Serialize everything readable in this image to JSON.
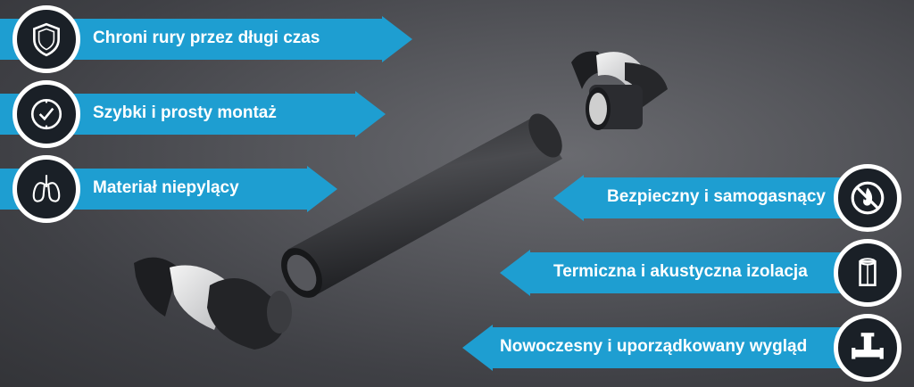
{
  "features_left": [
    {
      "label": "Chroni rury przez długi czas",
      "icon": "shield-icon"
    },
    {
      "label": "Szybki i prosty montaż",
      "icon": "clock-icon"
    },
    {
      "label": "Materiał niepylący",
      "icon": "lungs-icon"
    }
  ],
  "features_right": [
    {
      "label": "Bezpieczny i samogasnący",
      "icon": "no-fire-icon"
    },
    {
      "label": "Termiczna i akustyczna izolacja",
      "icon": "insulation-roll-icon"
    },
    {
      "label": "Nowoczesny i uporządkowany wygląd",
      "icon": "pipe-tee-icon"
    }
  ],
  "colors": {
    "accent": "#1e9ed1",
    "circle": "#1a2027"
  }
}
